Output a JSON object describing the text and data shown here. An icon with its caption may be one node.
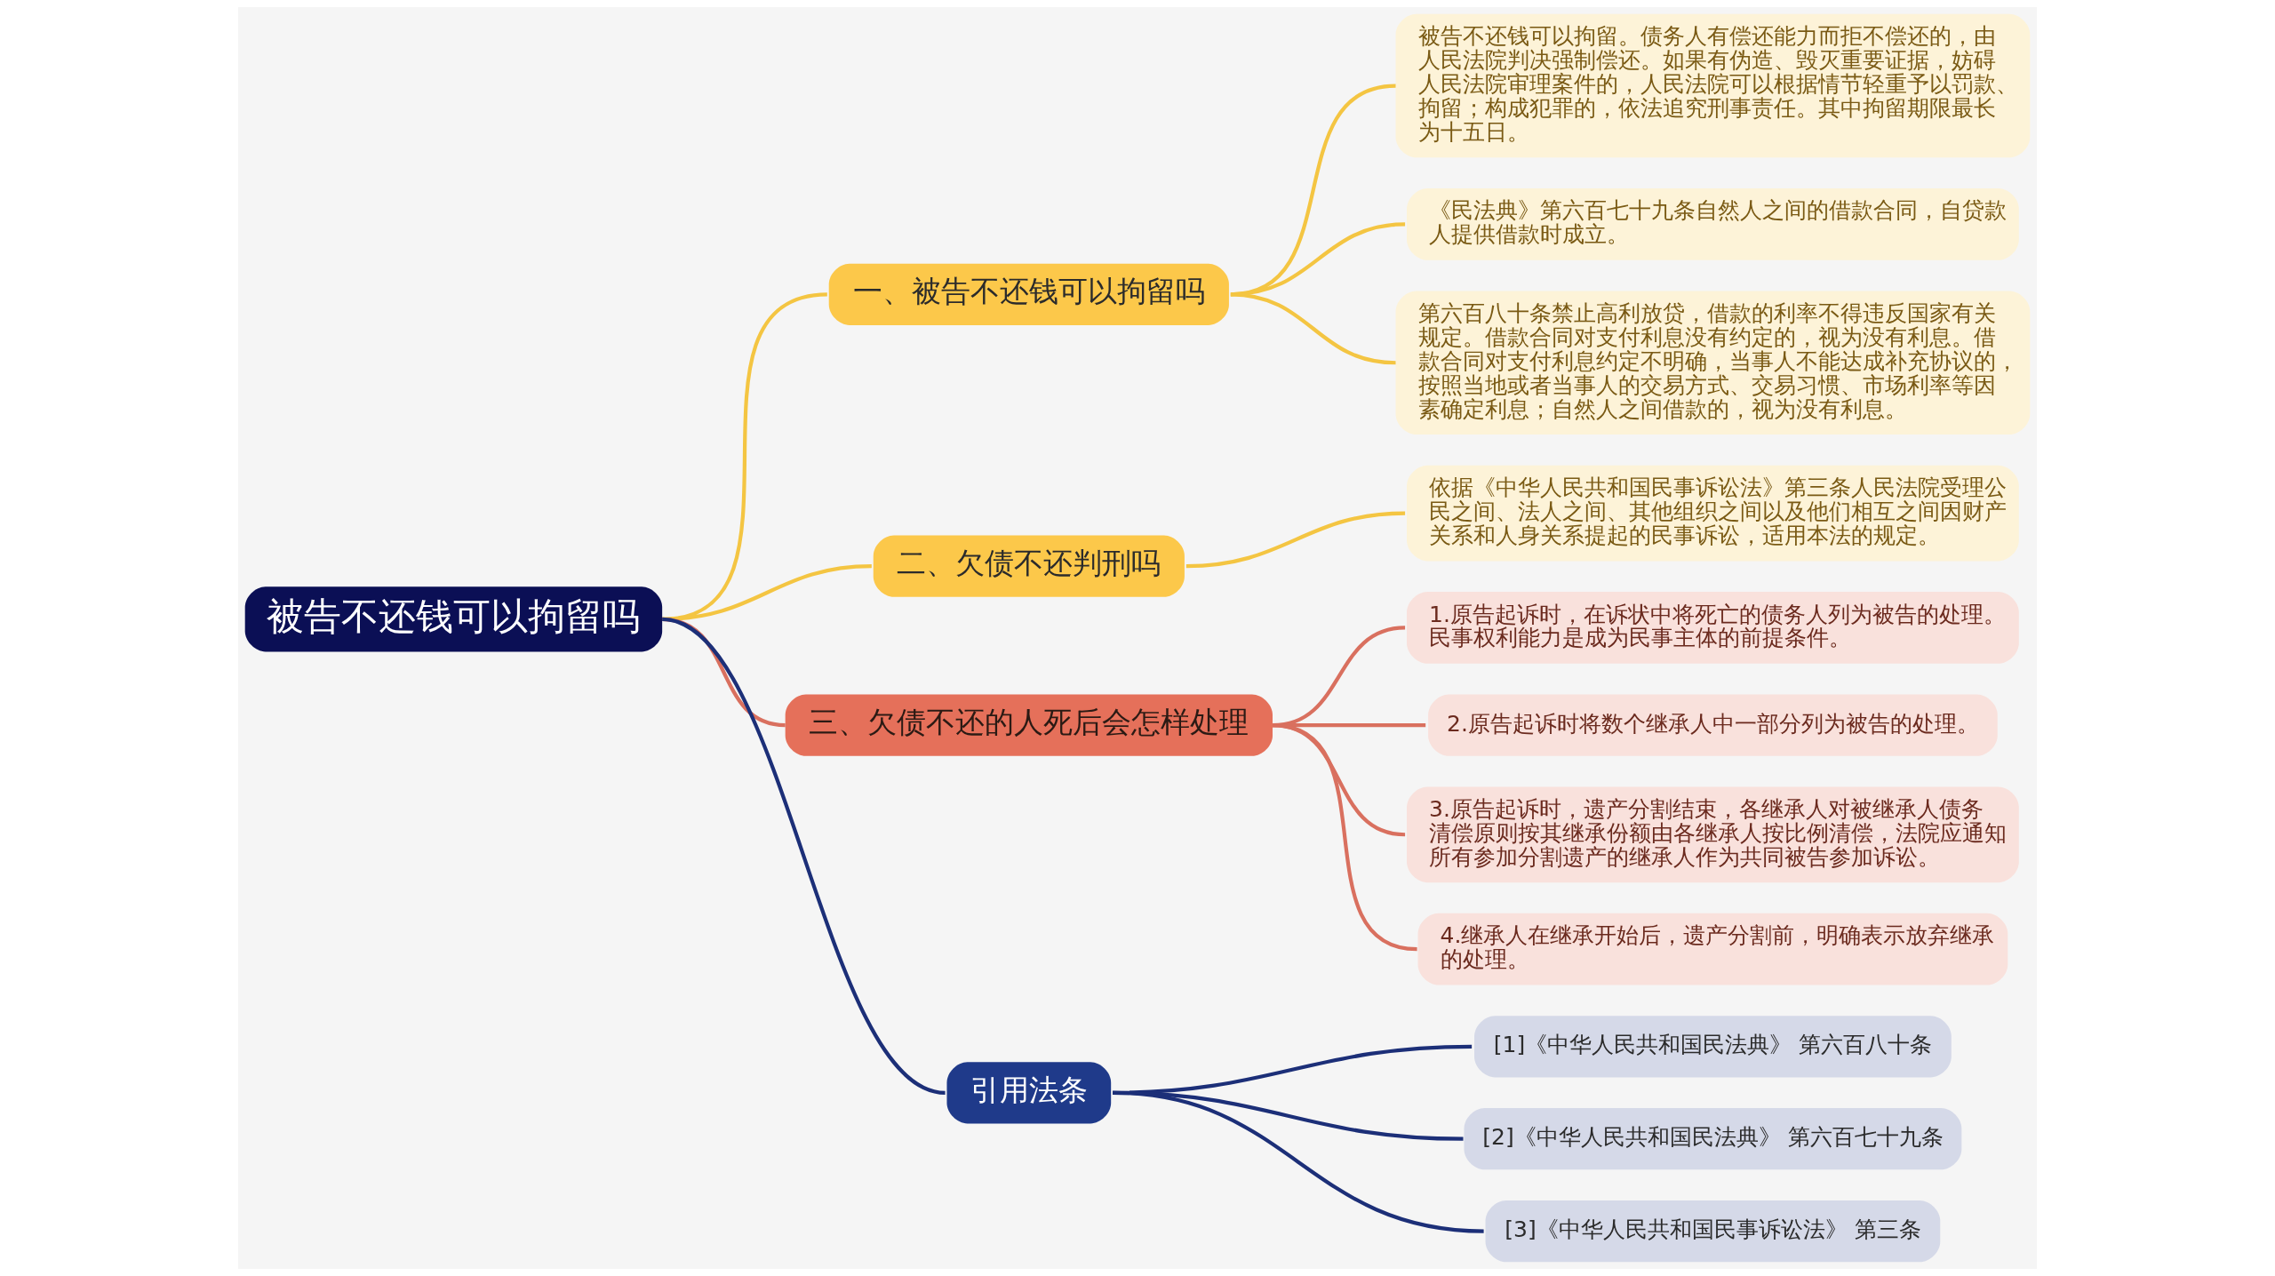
{
  "diagram": {
    "nodes": [
      {
        "text": [
          "被告不还钱可以拘留吗"
        ]
      },
      {
        "text": [
          "一、被告不还钱可以拘留吗"
        ]
      },
      {
        "text": [
          "被告不还钱可以拘留。债务人有偿还能力而拒不偿还的，由人民法院判决强制偿还。如果有伪造、毁灭重要证据，妨碍人民法院审理案件的，人民法院可以根据情节轻重予以罚款、拘留；构成犯罪的，依法追究刑事责任。其中拘留期限最长为十五日。"
        ]
      },
      {
        "text": [
          "《民法典》第六百七十九条自然人之间的借款合同，自贷款人提供借款时成立。"
        ]
      },
      {
        "text": [
          "第六百八十条禁止高利放贷，借款的利率不得违反国家有关规定。借款合同对支付利息没有约定的，视为没有利息。借款合同对支付利息约定不明确，当事人不能达成补充协议的，按照当地或者当事人的交易方式、交易习惯、市场利率等因素确定利息；自然人之间借款的，视为没有利息。"
        ]
      },
      {
        "text": [
          "二、欠债不还判刑吗"
        ]
      },
      {
        "text": [
          "依据《中华人民共和国民事诉讼法》第三条人民法院受理公民之间、法人之间、其他组织之间以及他们相互之间因财产关系和人身关系提起的民事诉讼，适用本法的规定。"
        ]
      },
      {
        "text": [
          "三、欠债不还的人死后会怎样处理"
        ]
      },
      {
        "text": [
          "1.原告起诉时，在诉状中将死亡的债务人列为被告的处理。民事权利能力是成为民事主体的前提条件。"
        ]
      },
      {
        "text": [
          "2.原告起诉时将数个继承人中一部分列为被告的处理。"
        ]
      },
      {
        "text": [
          "3.原告起诉时，遗产分割结束，各继承人对被继承人债务清偿原则按其继承份额由各继承人按比例清偿，法院应通知所有参加分割遗产的继承人作为共同被告参加诉讼。"
        ]
      },
      {
        "text": [
          "4.继承人在继承开始后，遗产分割前，明确表示放弃继承的处理。"
        ]
      },
      {
        "text": [
          "引用法条"
        ]
      },
      {
        "text": [
          "[1]《中华人民共和国民法典》 第六百八十条"
        ]
      },
      {
        "text": [
          "[2]《中华人民共和国民法典》 第六百七十九条"
        ]
      },
      {
        "text": [
          "[3]《中华人民共和国民事诉讼法》 第三条"
        ]
      }
    ],
    "edges": [
      {
        "from": 0,
        "to": 1,
        "arrow": "none"
      },
      {
        "from": 1,
        "to": 2,
        "arrow": "none"
      },
      {
        "from": 1,
        "to": 3,
        "arrow": "none"
      },
      {
        "from": 1,
        "to": 4,
        "arrow": "none"
      },
      {
        "from": 0,
        "to": 5,
        "arrow": "none"
      },
      {
        "from": 5,
        "to": 6,
        "arrow": "none"
      },
      {
        "from": 0,
        "to": 7,
        "arrow": "none",
        "color": "#d9705f"
      },
      {
        "from": 7,
        "to": 8,
        "arrow": "none",
        "color": "#d9705f"
      },
      {
        "from": 7,
        "to": 9,
        "arrow": "none",
        "color": "#d9705f"
      },
      {
        "from": 7,
        "to": 10,
        "arrow": "none",
        "color": "#d9705f"
      },
      {
        "from": 7,
        "to": 11,
        "arrow": "none",
        "color": "#d9705f"
      },
      {
        "from": 0,
        "to": 12,
        "arrow": "none",
        "color": "#1c2f78"
      },
      {
        "from": 12,
        "to": 13,
        "arrow": "none",
        "color": "#1c2f78"
      },
      {
        "from": 12,
        "to": 14,
        "arrow": "none",
        "color": "#1c2f78"
      },
      {
        "from": 12,
        "to": 15,
        "arrow": "none",
        "color": "#1c2f78"
      }
    ]
  }
}
